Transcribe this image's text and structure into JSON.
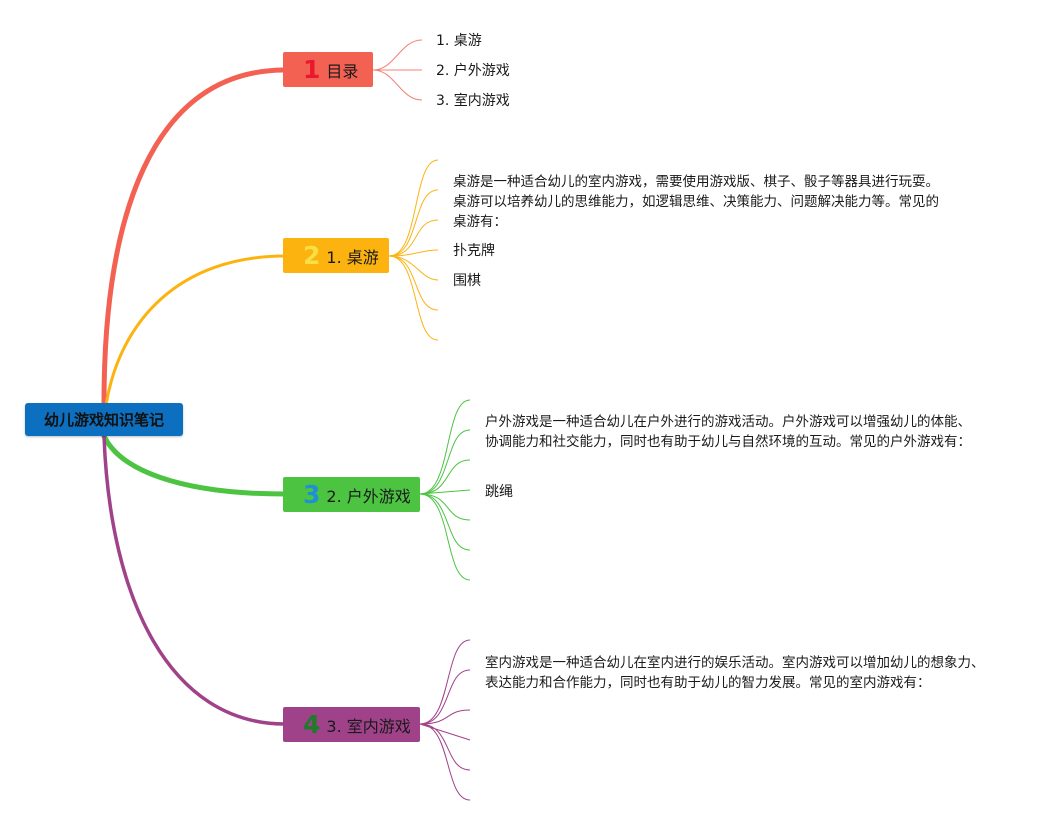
{
  "root": {
    "label": "幼儿游戏知识笔记"
  },
  "branches": [
    {
      "num": "1",
      "label": "目录",
      "color": "#f36153",
      "num_color": "#e8192c"
    },
    {
      "num": "2",
      "label": "1. 桌游",
      "color": "#fcb310",
      "num_color": "#f7e046"
    },
    {
      "num": "3",
      "label": "2. 户外游戏",
      "color": "#4cc442",
      "num_color": "#1f8fd6"
    },
    {
      "num": "4",
      "label": "3. 室内游戏",
      "color": "#a0428a",
      "num_color": "#1f7a2a"
    }
  ],
  "toc": [
    "1. 桌游",
    "2. 户外游戏",
    "3. 室内游戏"
  ],
  "board": {
    "desc": "桌游是一种适合幼儿的室内游戏，需要使用游戏版、棋子、骰子等器具进行玩耍。桌游可以培养幼儿的思维能力，如逻辑思维、决策能力、问题解决能力等。常见的桌游有：",
    "items": [
      "扑克牌",
      "围棋"
    ]
  },
  "outdoor": {
    "desc": "户外游戏是一种适合幼儿在户外进行的游戏活动。户外游戏可以增强幼儿的体能、协调能力和社交能力，同时也有助于幼儿与自然环境的互动。常见的户外游戏有：",
    "items": [
      "跳绳"
    ]
  },
  "indoor": {
    "desc": "室内游戏是一种适合幼儿在室内进行的娱乐活动。室内游戏可以增加幼儿的想象力、表达能力和合作能力，同时也有助于幼儿的智力发展。常见的室内游戏有："
  }
}
